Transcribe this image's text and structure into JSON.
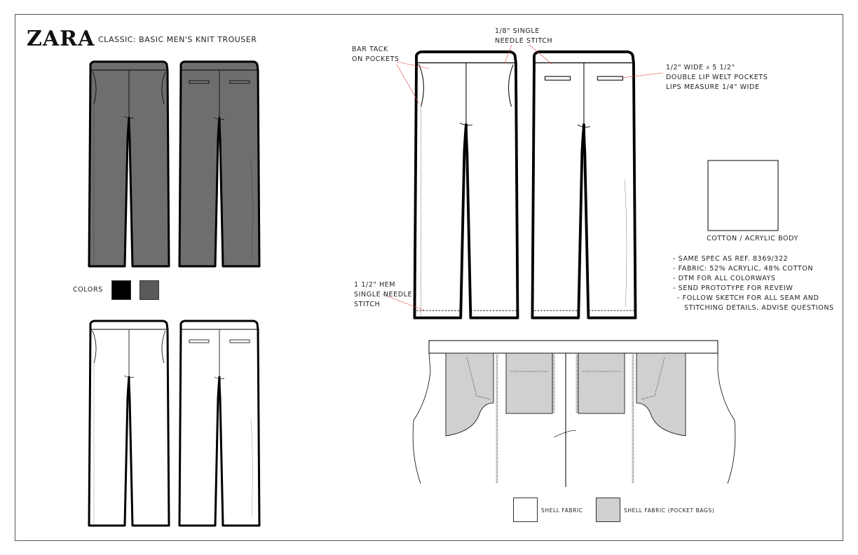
{
  "header": {
    "brand": "ZARA",
    "title": "CLASSIC: BASIC MEN'S KNIT TROUSER"
  },
  "colors": {
    "label": "COLORS",
    "swatches": [
      "#000000",
      "#5a5a5a"
    ],
    "garment_dark": "#6e6e6e",
    "pocket_bag": "#d0d0d0"
  },
  "callouts": {
    "bar_tack_1": "BAR TACK",
    "bar_tack_2": "ON POCKETS",
    "needle_1": "1/8\" SINGLE",
    "needle_2": "NEEDLE STITCH",
    "welt_1": "1/2\" WIDE x 5 1/2\"",
    "welt_2": "DOUBLE LIP WELT POCKETS",
    "welt_3": "LIPS MEASURE 1/4\" WIDE",
    "hem_1": "1 1/2\" HEM",
    "hem_2": "SINGLE NEEDLE",
    "hem_3": "STITCH"
  },
  "fabric": {
    "body_label": "COTTON / ACRYLIC BODY"
  },
  "notes": [
    "- SAME SPEC AS REF. 8369/322",
    "- FABRIC: 52% ACRYLIC, 48% COTTON",
    "- DTM FOR ALL COLORWAYS",
    "- SEND PROTOTYPE FOR REVEIW",
    "- FOLLOW SKETCH FOR ALL SEAM AND",
    "STITCHING DETAILS, ADVISE QUESTIONS"
  ],
  "legend": {
    "shell": "SHELL FABRIC",
    "pocket": "SHELL FABRIC (POCKET BAGS)"
  }
}
